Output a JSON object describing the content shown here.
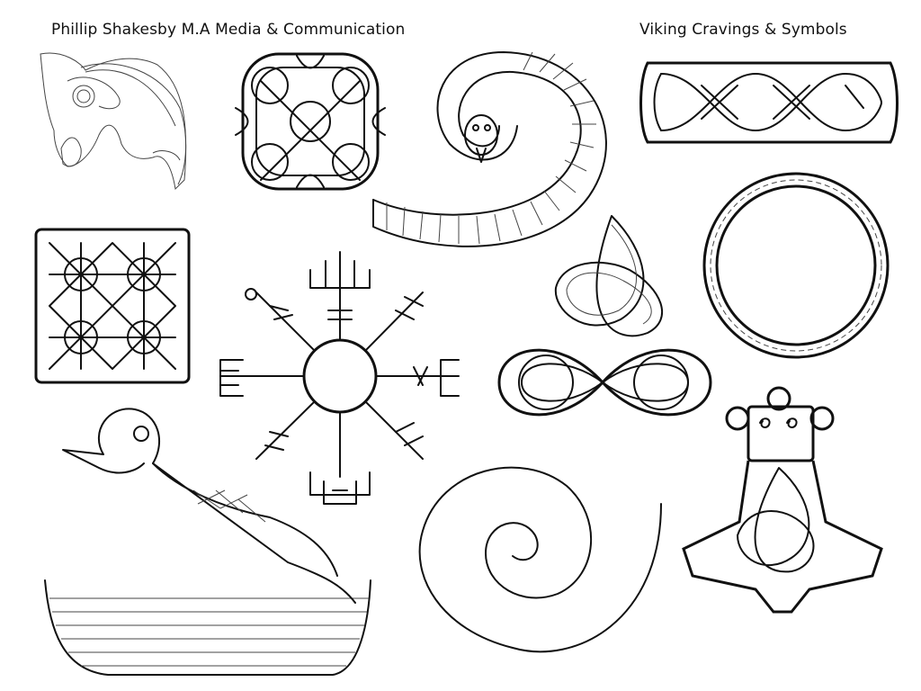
{
  "header": {
    "author_credit": "Phillip Shakesby M.A Media & Communication",
    "sheet_title": "Viking Cravings & Symbols"
  },
  "illustrations": [
    {
      "id": "dragon-head-carving"
    },
    {
      "id": "celtic-knot-square"
    },
    {
      "id": "serpent-spiral"
    },
    {
      "id": "braided-knot-band"
    },
    {
      "id": "interlace-knot-panel"
    },
    {
      "id": "vegvisir-compass"
    },
    {
      "id": "triquetra"
    },
    {
      "id": "rope-ring"
    },
    {
      "id": "infinity-knot"
    },
    {
      "id": "longship"
    },
    {
      "id": "spiral"
    },
    {
      "id": "mjolnir-hammer"
    }
  ]
}
